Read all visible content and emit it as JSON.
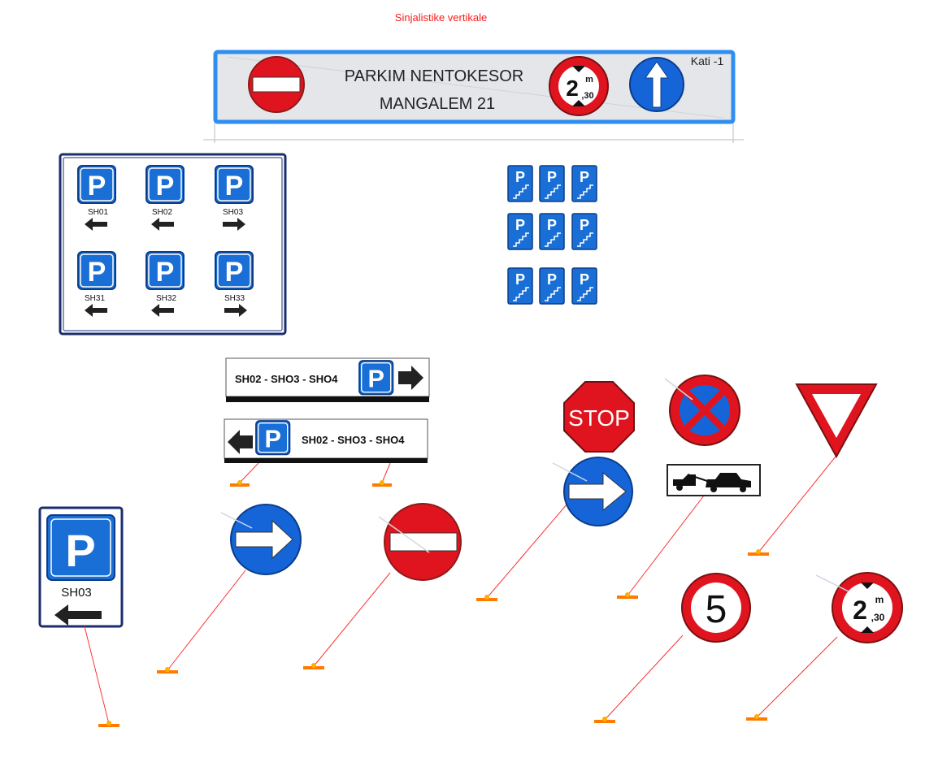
{
  "title": "Sinjalistike vertikale",
  "banner": {
    "line1": "PARKIM NENTOKESOR",
    "line2": "MANGALEM 21",
    "floor": "Kati -1",
    "dim_label": "2",
    "dim_m": "m",
    "dim_dec": ",30"
  },
  "directory": {
    "rows": [
      [
        {
          "code": "SH01",
          "arrow": "left"
        },
        {
          "code": "SH02",
          "arrow": "left"
        },
        {
          "code": "SH03",
          "arrow": "right"
        }
      ],
      [
        {
          "code": "SH31",
          "arrow": "left"
        },
        {
          "code": "SH32",
          "arrow": "left"
        },
        {
          "code": "SH33",
          "arrow": "right"
        }
      ]
    ],
    "p_letter": "P"
  },
  "direction_signs": {
    "right_text": "SH02 - SHO3 - SHO4",
    "left_text": "SH02 - SHO3 - SHO4"
  },
  "sh03_sign": {
    "code": "SH03",
    "p_letter": "P"
  },
  "stop_text": "STOP",
  "speed_limit": "5",
  "height_limit": {
    "value": "2",
    "m": "m",
    "dec": ",30"
  },
  "colors": {
    "sign_blue": "#1565d8",
    "sign_red": "#e0141e",
    "sign_ink": "#111111",
    "stem": "#ff3030",
    "base": "#ff9a00",
    "title": "#ff1a1a"
  },
  "icons": [
    "no-entry-icon",
    "height-limit-icon",
    "ahead-only-icon",
    "parking-icon",
    "stairs-icon",
    "keep-right-icon",
    "stop-icon",
    "no-stopping-icon",
    "yield-icon",
    "tow-away-icon",
    "speed-limit-icon"
  ]
}
